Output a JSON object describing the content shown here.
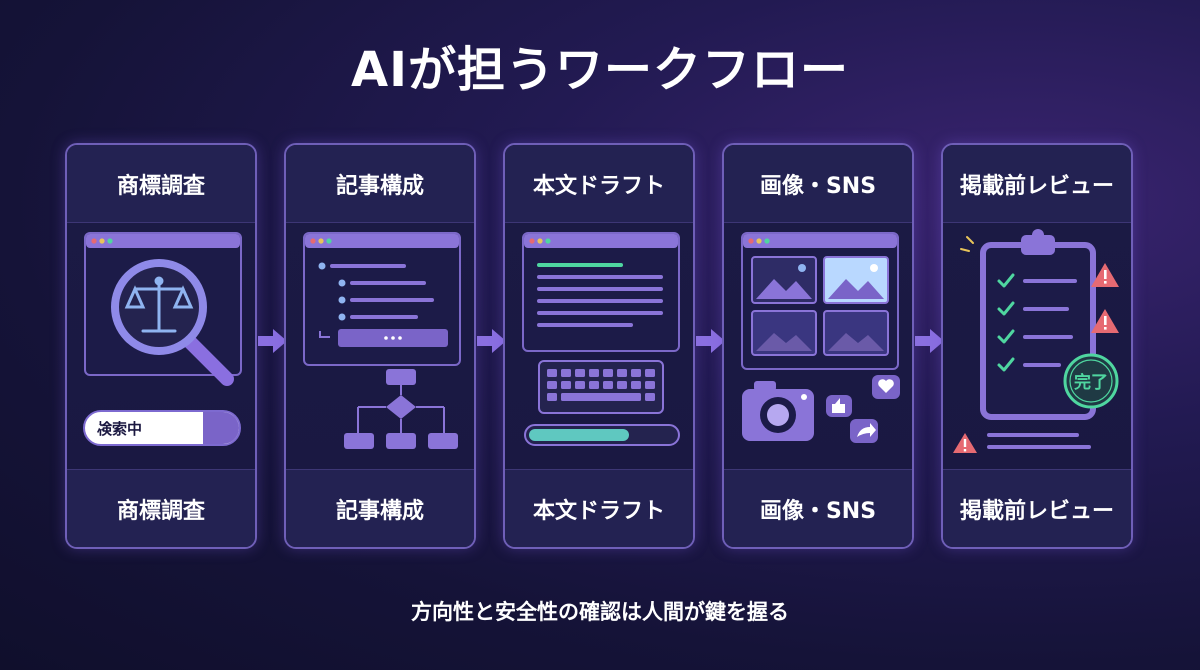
{
  "title": "AIが担うワークフロー",
  "steps": [
    {
      "head": "商標調査",
      "foot": "商標調査",
      "search_text": "検索中"
    },
    {
      "head": "記事構成",
      "foot": "記事構成"
    },
    {
      "head": "本文ドラフト",
      "foot": "本文ドラフト"
    },
    {
      "head": "画像・SNS",
      "foot": "画像・SNS"
    },
    {
      "head": "掲載前レビュー",
      "foot": "掲載前レビュー",
      "badge": "完了"
    }
  ],
  "footer": "方向性と安全性の確認は人間が鍵を握る",
  "colors": {
    "accent": "#8a6fe0",
    "check": "#4fd6a0",
    "warning": "#e66a72",
    "card_border": "#6f5fb8"
  }
}
